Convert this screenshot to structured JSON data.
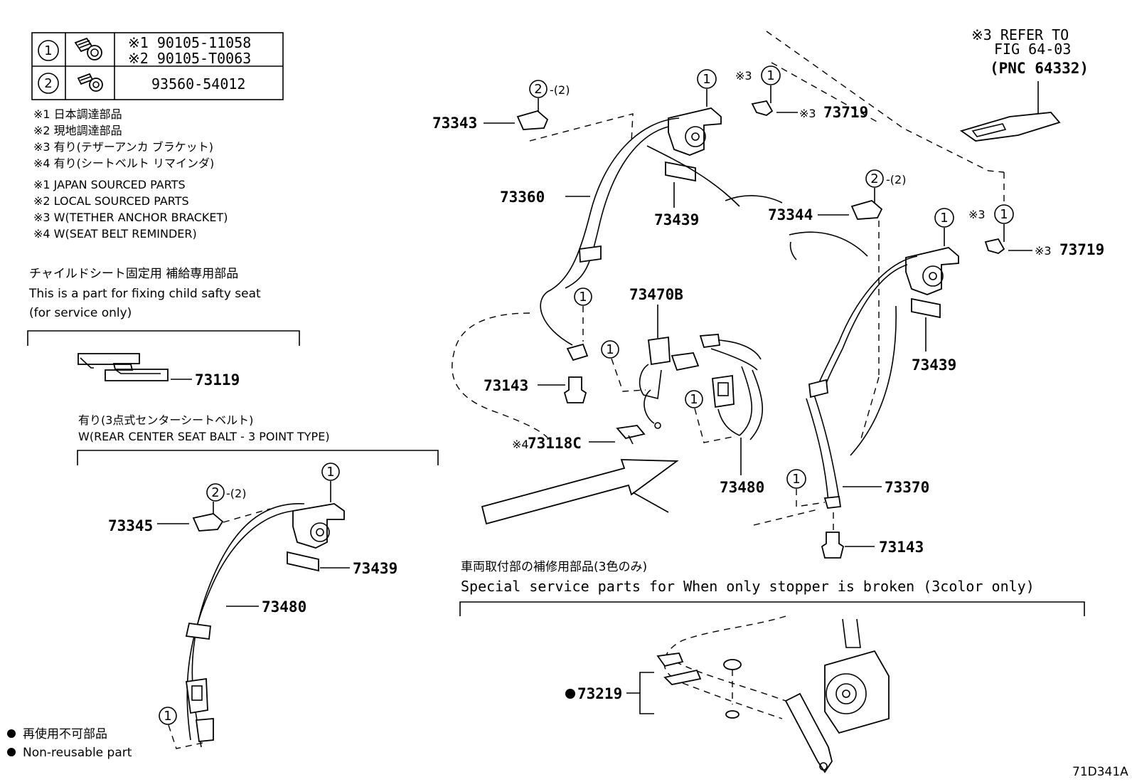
{
  "bolt_table": [
    {
      "num": "1",
      "icon": "bolt-icon",
      "line1": "※1 90105-11058",
      "line2": "※2 90105-T0063"
    },
    {
      "num": "2",
      "icon": "screw-icon",
      "line1": "93560-54012"
    }
  ],
  "notes_jp": [
    "※1  日本調達部品",
    "※2  現地調達部品",
    "※3 有り(テザーアンカ ブラケット)",
    "※4 有り(シートベルト リマインダ)"
  ],
  "notes_en": [
    "※1  JAPAN SOURCED PARTS",
    "※2  LOCAL SOURCED PARTS",
    "※3 W(TETHER ANCHOR BRACKET)",
    "※4 W(SEAT BELT REMINDER)"
  ],
  "child_seat": {
    "title_jp": "チャイルドシート固定用  補給専用部品",
    "title_en": "This is a part for fixing child safty seat",
    "subtitle_en": "(for service only)",
    "part": "73119"
  },
  "center_belt": {
    "title_jp": "有り(3点式センターシートベルト)",
    "title_en": "W(REAR CENTER SEAT BALT - 3 POINT TYPE)",
    "parts": [
      "73345",
      "73439",
      "73480"
    ]
  },
  "refer": {
    "line1": "※3 REFER TO",
    "line2": "FIG 64-03",
    "line3": "(PNC 64332)"
  },
  "main_parts": {
    "p73343": "73343",
    "p73360": "73360",
    "p73439a": "73439",
    "p73344": "73344",
    "p73719a": "73719",
    "p73719b": "73719",
    "p73439b": "73439",
    "p73470b": "73470B",
    "p73143a": "73143",
    "p73118c": "73118C",
    "p73480": "73480",
    "p73370": "73370",
    "p73143b": "73143"
  },
  "markers": {
    "one": "1",
    "two": "2",
    "two_paren": "-(2)",
    "note3": "※3",
    "note4": "※4"
  },
  "stopper": {
    "title_jp": "車両取付部の補修用部品(3色のみ)",
    "title_en": "Special  service  parts  for  When  only  stopper  is  broken  (3color  only)",
    "part": "73219"
  },
  "legend": {
    "jp": "再使用不可部品",
    "en": "Non-reusable part"
  },
  "figure_id": "71D341A"
}
